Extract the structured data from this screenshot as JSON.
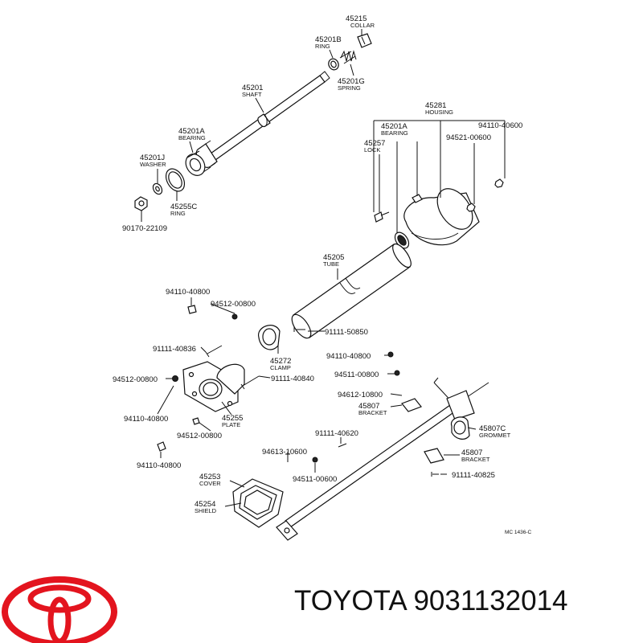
{
  "labels": {
    "p45215": {
      "num": "45215",
      "name": "COLLAR"
    },
    "p45201B": {
      "num": "45201B",
      "name": "RING"
    },
    "p45201G": {
      "num": "45201G",
      "name": "SPRING"
    },
    "p45201": {
      "num": "45201",
      "name": "SHAFT"
    },
    "p45201A_left": {
      "num": "45201A",
      "name": "BEARING"
    },
    "p45201J": {
      "num": "45201J",
      "name": "WASHER"
    },
    "p45255C": {
      "num": "45255C",
      "name": "RING"
    },
    "p90170": {
      "num": "90170-22109"
    },
    "p45281": {
      "num": "45281",
      "name": "HOUSING"
    },
    "p45201A_right": {
      "num": "45201A",
      "name": "BEARING"
    },
    "p45257": {
      "num": "45257",
      "name": "LOCK"
    },
    "p94110_top": {
      "num": "94110-40600"
    },
    "p94521": {
      "num": "94521-00600"
    },
    "p45205": {
      "num": "45205",
      "name": "TUBE"
    },
    "p94110_a": {
      "num": "94110-40800"
    },
    "p94512_a": {
      "num": "94512-00800"
    },
    "p91111_50850": {
      "num": "91111-50850"
    },
    "p91111_40836": {
      "num": "91111-40836"
    },
    "p45272": {
      "num": "45272",
      "name": "CLAMP"
    },
    "p94110_b": {
      "num": "94110-40800"
    },
    "p94512_b": {
      "num": "94512-00800"
    },
    "p91111_40840": {
      "num": "91111-40840"
    },
    "p94511_a": {
      "num": "94511-00800"
    },
    "p94612": {
      "num": "94612-10800"
    },
    "p45807_a": {
      "num": "45807",
      "name": "BRACKET"
    },
    "p94110_c": {
      "num": "94110-40800"
    },
    "p45255": {
      "num": "45255",
      "name": "PLATE"
    },
    "p94512_c": {
      "num": "94512-00800"
    },
    "p91111_40620": {
      "num": "91111-40620"
    },
    "p45807C": {
      "num": "45807C",
      "name": "GROMMET"
    },
    "p94110_d": {
      "num": "94110-40800"
    },
    "p94613": {
      "num": "94613-10600"
    },
    "p45807_b": {
      "num": "45807",
      "name": "BRACKET"
    },
    "p45253": {
      "num": "45253",
      "name": "COVER"
    },
    "p94511_b": {
      "num": "94511-00600"
    },
    "p91111_40825": {
      "num": "91111-40825"
    },
    "p45254": {
      "num": "45254",
      "name": "SHIELD"
    },
    "diagram_code": "MC 1436-C"
  },
  "brand": {
    "logo": "toyota-logo",
    "caption": "TOYOTA 9031132014",
    "logo_color": "#e3141e"
  }
}
